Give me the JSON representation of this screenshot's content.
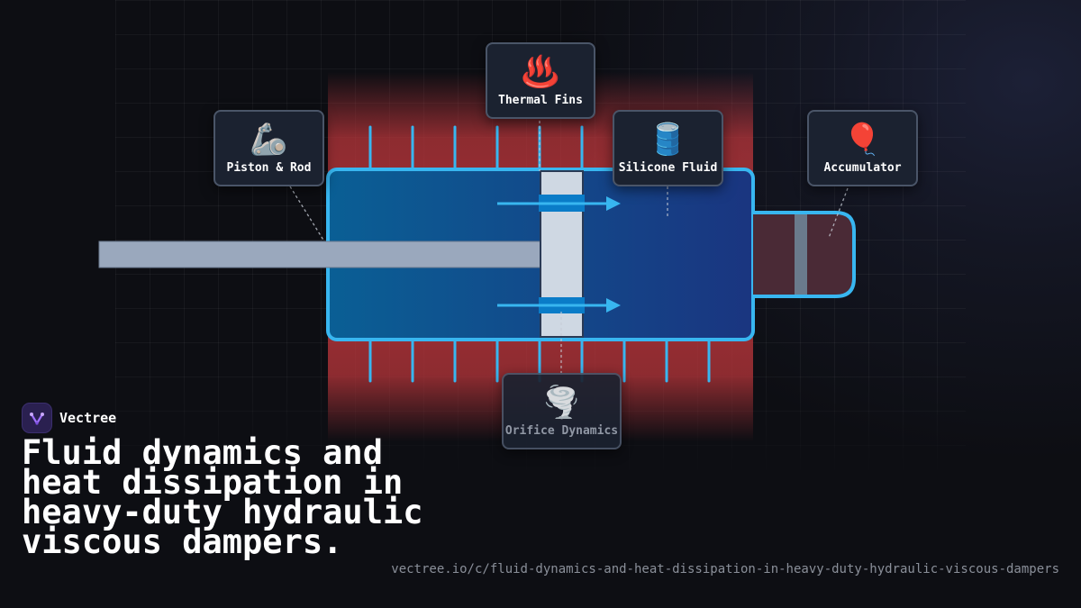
{
  "colors": {
    "background": "#0d0e13",
    "accent_blue": "#38b6f0",
    "heat_red": "#c0383c",
    "piston": "#cfd8e3",
    "rod": "#9aa8bd",
    "card_bg": "#1b2230"
  },
  "components": [
    {
      "id": "thermal-fins",
      "label": "Thermal Fins",
      "icon": "hot-springs-icon",
      "glyph": "♨️"
    },
    {
      "id": "piston-rod",
      "label": "Piston & Rod",
      "icon": "mechanical-arm-icon",
      "glyph": "🦾"
    },
    {
      "id": "silicone-fluid",
      "label": "Silicone Fluid",
      "icon": "oil-drum-icon",
      "glyph": "🛢️"
    },
    {
      "id": "accumulator",
      "label": "Accumulator",
      "icon": "balloon-icon",
      "glyph": "🎈"
    },
    {
      "id": "orifice-dynamics",
      "label": "Orifice Dynamics",
      "icon": "tornado-icon",
      "glyph": "🌪️"
    }
  ],
  "brand": {
    "name": "Vectree",
    "logo_icon": "vectree-logo-icon"
  },
  "title": "Fluid dynamics and heat dissipation in heavy-duty hydraulic viscous dampers.",
  "url": "vectree.io/c/fluid-dynamics-and-heat-dissipation-in-heavy-duty-hydraulic-viscous-dampers"
}
